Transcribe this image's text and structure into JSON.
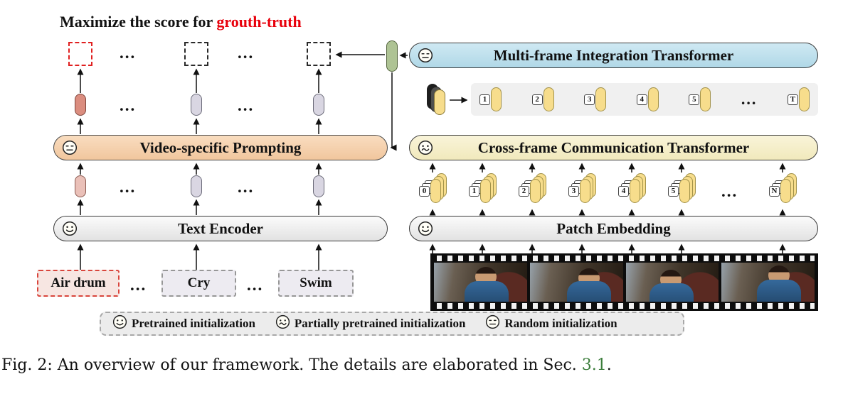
{
  "figure": {
    "title": {
      "prefix": "Maximize the score for ",
      "highlight": "grouth-truth"
    },
    "ellipsis": "...",
    "left_branch": {
      "prompting": "Video-specific Prompting",
      "text_encoder": "Text Encoder",
      "classes": [
        "Air drum",
        "Cry",
        "Swim"
      ]
    },
    "right_branch": {
      "mit": "Multi-frame Integration Transformer",
      "cct": "Cross-frame Communication Transformer",
      "patch_embedding": "Patch Embedding",
      "frame_tokens": [
        "1",
        "2",
        "3",
        "4",
        "5",
        "T"
      ],
      "patch_tokens": [
        "0",
        "1",
        "2",
        "3",
        "4",
        "5",
        "N"
      ]
    },
    "legend": [
      {
        "icon": "face-smile-icon",
        "label": "Pretrained initialization"
      },
      {
        "icon": "face-partial-icon",
        "label": "Partially pretrained initialization"
      },
      {
        "icon": "face-neutral-icon",
        "label": "Random initialization"
      }
    ],
    "caption": {
      "before": "Fig. 2: An overview of our framework. The details are elaborated in Sec. ",
      "link": "3.1",
      "after": "."
    },
    "colors": {
      "ground_truth_red": "#e8000b",
      "link_green": "#3b7d3b",
      "mit_blue": "#bfe0ed",
      "cct_yellow": "#f6f0cc",
      "prompting_orange": "#f5cda6",
      "encoder_gray": "#ededed",
      "token_yellow": "#f7dd8c",
      "video_token_green": "#aec394"
    }
  }
}
